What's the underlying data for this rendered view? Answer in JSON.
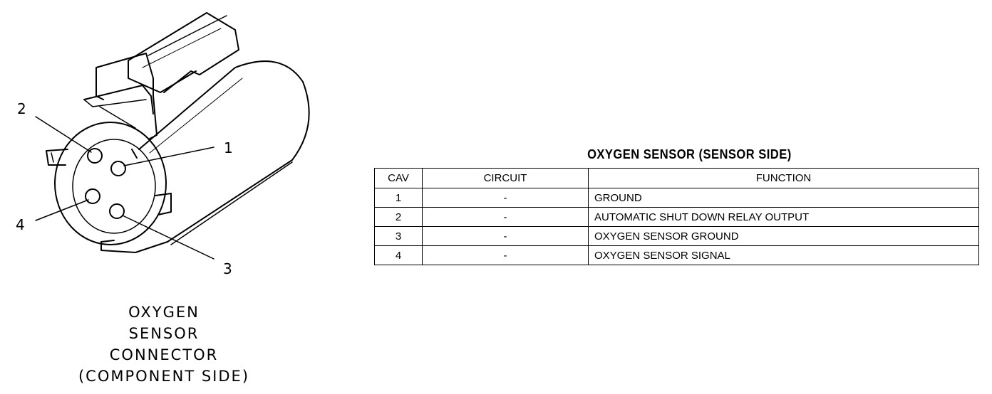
{
  "connector": {
    "pins": [
      {
        "label": "1"
      },
      {
        "label": "2"
      },
      {
        "label": "3"
      },
      {
        "label": "4"
      }
    ],
    "caption": [
      "OXYGEN",
      "SENSOR",
      "CONNECTOR",
      "(COMPONENT SIDE)"
    ]
  },
  "table": {
    "title": "OXYGEN SENSOR (SENSOR SIDE)",
    "headers": [
      "CAV",
      "CIRCUIT",
      "FUNCTION"
    ],
    "rows": [
      {
        "cav": "1",
        "circuit": "-",
        "function": "GROUND"
      },
      {
        "cav": "2",
        "circuit": "-",
        "function": "AUTOMATIC SHUT DOWN RELAY OUTPUT"
      },
      {
        "cav": "3",
        "circuit": "-",
        "function": "OXYGEN SENSOR GROUND"
      },
      {
        "cav": "4",
        "circuit": "-",
        "function": "OXYGEN SENSOR SIGNAL"
      }
    ]
  }
}
